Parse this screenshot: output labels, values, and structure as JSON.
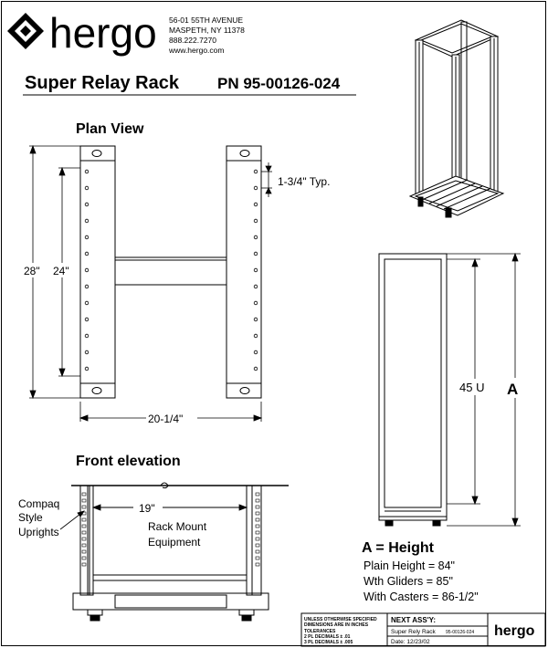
{
  "logo": {
    "brand": "hergo"
  },
  "address": {
    "line1": "56-01 55TH AVENUE",
    "line2": "MASPETH, NY 11378",
    "phone": "888.222.7270",
    "web": "www.hergo.com"
  },
  "title": {
    "name": "Super Relay Rack",
    "part_number": "PN 95-00126-024"
  },
  "plan_view": {
    "heading": "Plan View",
    "dim_depth_outer": "28\"",
    "dim_depth_inner": "24\"",
    "dim_width": "20-1/4\"",
    "dim_spacing": "1-3/4\" Typ."
  },
  "front_elevation": {
    "heading": "Front elevation",
    "dim_opening": "19\"",
    "note_line1": "Rack Mount",
    "note_line2": "Equipment",
    "upright_label_1": "Compaq",
    "upright_label_2": "Style",
    "upright_label_3": "Uprights"
  },
  "side_view": {
    "dim_units": "45 U",
    "dim_label": "A"
  },
  "height_spec": {
    "heading": "A = Height",
    "plain": "Plain Height = 84\"",
    "gliders": "Wth Gliders  = 85\"",
    "casters": "With Casters = 86-1/2\""
  },
  "title_block": {
    "tol_1": "UNLESS OTHERWISE SPECIFIED",
    "tol_2": "DIMENSIONS ARE IN INCHES",
    "tol_3": "TOLERANCES",
    "tol_4": "2  PL DECIMALS ±  .01",
    "tol_5": "3  PL DECIMALS ±  .005",
    "next_assy": "NEXT ASS'Y:",
    "desc": "Super Rely Rack",
    "pn": "95-00126-024",
    "date": "Date: 12/23/02",
    "brand": "hergo"
  }
}
